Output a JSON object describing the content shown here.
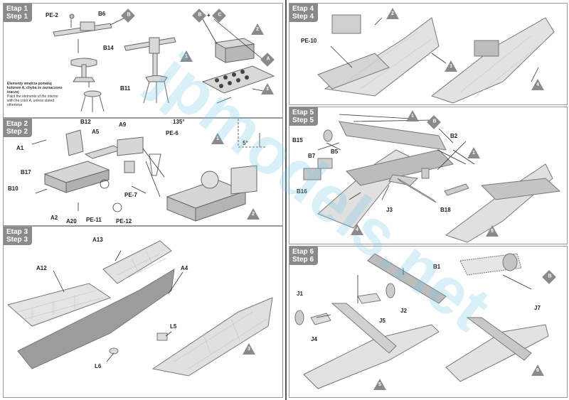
{
  "steps": [
    {
      "pl": "Etap 1",
      "en": "Step 1"
    },
    {
      "pl": "Etap 2",
      "en": "Step 2"
    },
    {
      "pl": "Etap 3",
      "en": "Step 3"
    },
    {
      "pl": "Etap 4",
      "en": "Step 4"
    },
    {
      "pl": "Etap 5",
      "en": "Step 5"
    },
    {
      "pl": "Etap 6",
      "en": "Step 6"
    }
  ],
  "step1": {
    "parts": [
      "PE-2",
      "B6",
      "B14",
      "B11"
    ],
    "badges": [
      "B",
      "C"
    ],
    "plus": "+",
    "note_pl": "Elementy wnętrza pomaluj kolorem A, chyba że zaznaczono inaczej",
    "note_en": "Paint the elements of the interior with the color A, unless stated otherwise",
    "markers": [
      "1",
      "2",
      "3",
      "B",
      "A"
    ]
  },
  "step2": {
    "parts": [
      "B12",
      "A9",
      "A1",
      "A5",
      "PE-6",
      "B17",
      "B10",
      "A2",
      "A20",
      "PE-11",
      "PE-7",
      "PE-12"
    ],
    "angles": [
      "135°",
      "5°"
    ],
    "markers": [
      "1",
      "2"
    ]
  },
  "step3": {
    "parts": [
      "A13",
      "A12",
      "A4",
      "L5",
      "L6"
    ],
    "markers": [
      "3"
    ]
  },
  "step4": {
    "parts": [
      "PE-10"
    ],
    "markers": [
      "2",
      "3",
      "4"
    ]
  },
  "step5": {
    "parts": [
      "B15",
      "B5",
      "B2",
      "B7",
      "B16",
      "J3",
      "B18"
    ],
    "markers": [
      "1",
      "B",
      "1",
      "4",
      "5"
    ]
  },
  "step6": {
    "parts": [
      "B1",
      "J1",
      "J2",
      "J5",
      "J4",
      "J7"
    ],
    "markers": [
      "B",
      "5",
      "6"
    ]
  },
  "watermark": "jpmodels.net"
}
